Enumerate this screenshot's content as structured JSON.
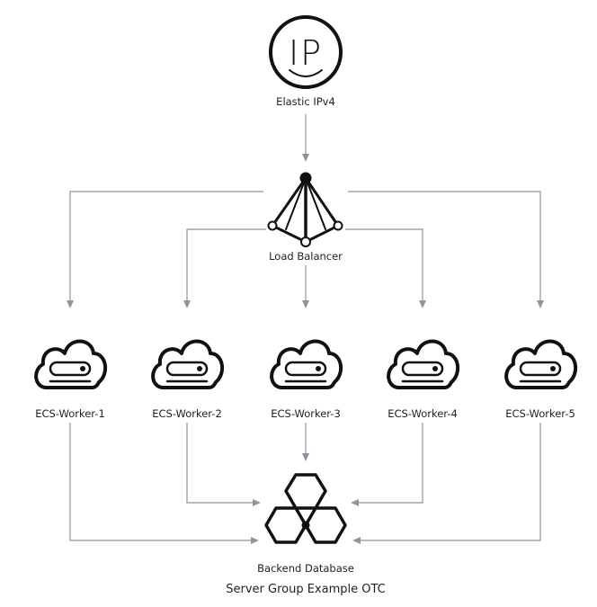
{
  "title": "Server Group Example OTC",
  "nodes": {
    "eip": {
      "label": "Elastic IPv4",
      "icon": "elastic-ip-icon",
      "icon_text": "IP"
    },
    "lb": {
      "label": "Load Balancer",
      "icon": "load-balancer-icon"
    },
    "workers": [
      {
        "label": "ECS-Worker-1",
        "icon": "ecs-cloud-server-icon"
      },
      {
        "label": "ECS-Worker-2",
        "icon": "ecs-cloud-server-icon"
      },
      {
        "label": "ECS-Worker-3",
        "icon": "ecs-cloud-server-icon"
      },
      {
        "label": "ECS-Worker-4",
        "icon": "ecs-cloud-server-icon"
      },
      {
        "label": "ECS-Worker-5",
        "icon": "ecs-cloud-server-icon"
      }
    ],
    "db": {
      "label": "Backend Database",
      "icon": "database-icon"
    }
  },
  "edges": [
    {
      "from": "Elastic IPv4",
      "to": "Load Balancer"
    },
    {
      "from": "Load Balancer",
      "to": "ECS-Worker-1"
    },
    {
      "from": "Load Balancer",
      "to": "ECS-Worker-2"
    },
    {
      "from": "Load Balancer",
      "to": "ECS-Worker-3"
    },
    {
      "from": "Load Balancer",
      "to": "ECS-Worker-4"
    },
    {
      "from": "Load Balancer",
      "to": "ECS-Worker-5"
    },
    {
      "from": "ECS-Worker-1",
      "to": "Backend Database"
    },
    {
      "from": "ECS-Worker-2",
      "to": "Backend Database"
    },
    {
      "from": "ECS-Worker-3",
      "to": "Backend Database"
    },
    {
      "from": "ECS-Worker-4",
      "to": "Backend Database"
    },
    {
      "from": "ECS-Worker-5",
      "to": "Backend Database"
    }
  ],
  "colors": {
    "edge": "#8c959f",
    "icon": "#111111",
    "text": "#1f1f1f"
  }
}
